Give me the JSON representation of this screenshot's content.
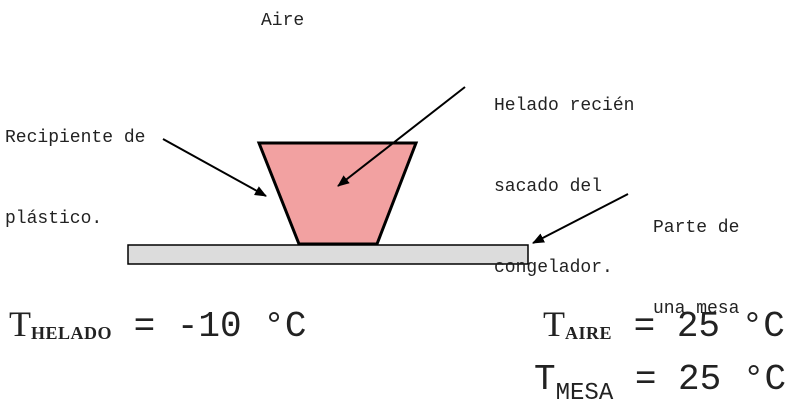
{
  "labels": {
    "air": "Aire",
    "container": [
      "Recipiente de",
      "plástico."
    ],
    "ice_cream": [
      "Helado recién",
      "sacado del",
      "congelador."
    ],
    "table": [
      "Parte de",
      "una mesa"
    ]
  },
  "equations": {
    "ice_cream_temp": {
      "symbol": "T",
      "subscript": "HELADO",
      "rest": " = -10 °C"
    },
    "air_temp": {
      "symbol": "T",
      "subscript": "AIRE",
      "rest": " = 25 °C"
    },
    "table_temp": {
      "symbol": "T",
      "subscript": "MESA",
      "rest": " = 25 °C"
    }
  },
  "colors": {
    "container_fill": "#f2a1a1",
    "table_fill": "#dcdcdc",
    "stroke": "#000000"
  }
}
